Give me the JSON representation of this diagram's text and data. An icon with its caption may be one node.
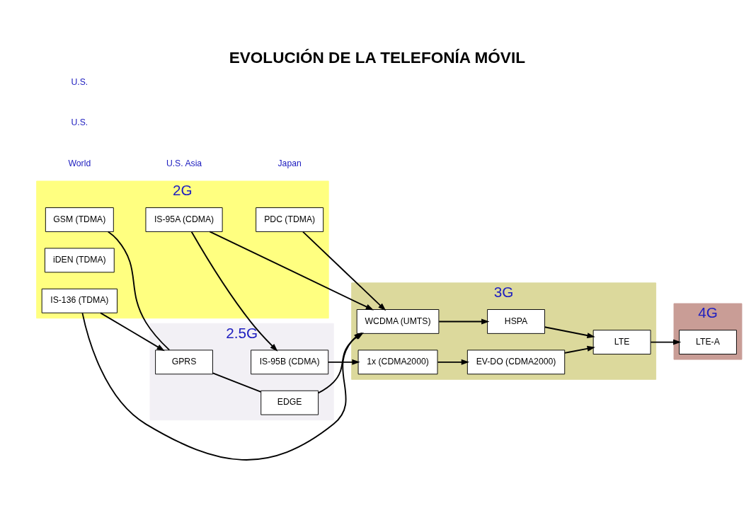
{
  "diagram": {
    "title": "EVOLUCIÓN DE LA TELEFONÍA MÓVIL",
    "nodes": [
      {
        "text": [
          "2G"
        ]
      },
      {
        "text": [
          "GSM (TDMA)"
        ],
        "in": 0
      },
      {
        "text": [
          "PDC (TDMA)"
        ],
        "in": 0
      },
      {
        "text": [
          "iDEN (TDMA)"
        ],
        "in": 0
      },
      {
        "text": [
          "IS-136 (TDMA)"
        ],
        "in": 0
      },
      {
        "text": [
          "IS-95A (CDMA)"
        ],
        "in": 0
      },
      {
        "text": [
          "2.5G"
        ]
      },
      {
        "text": [
          "GPRS"
        ],
        "in": 6
      },
      {
        "text": [
          "EDGE"
        ],
        "in": 6
      },
      {
        "text": [
          "IS-95B (CDMA)"
        ],
        "in": 6
      },
      {
        "text": [
          "3G"
        ]
      },
      {
        "text": [
          "WCDMA (UMTS)"
        ],
        "in": 10
      },
      {
        "text": [
          "HSPA"
        ],
        "in": 10
      },
      {
        "text": [
          "LTE"
        ],
        "in": 10
      },
      {
        "text": [
          "1x (CDMA2000)"
        ],
        "in": 10
      },
      {
        "text": [
          "EV-DO (CDMA2000)"
        ],
        "in": 10
      },
      {
        "text": [
          "4G"
        ]
      },
      {
        "text": [
          "LTE-A"
        ],
        "in": 16
      }
    ],
    "edges": [
      {
        "from": 1,
        "to": 7,
        "arrow": "none"
      },
      {
        "from": 7,
        "to": 8,
        "arrow": "none"
      },
      {
        "from": 8,
        "to": 11,
        "arrow": "to"
      },
      {
        "from": 2,
        "to": 11,
        "arrow": "to"
      },
      {
        "from": 4,
        "to": 7,
        "arrow": "to"
      },
      {
        "from": 4,
        "to": 11,
        "arrow": "to"
      },
      {
        "from": 5,
        "to": 11,
        "arrow": "to"
      },
      {
        "from": 5,
        "to": 9,
        "arrow": "to"
      },
      {
        "from": 9,
        "to": 14,
        "arrow": "to"
      },
      {
        "from": 14,
        "to": 15,
        "arrow": "to"
      },
      {
        "from": 15,
        "to": 13,
        "arrow": "to"
      },
      {
        "from": 11,
        "to": 12,
        "arrow": "to"
      },
      {
        "from": 12,
        "to": 13,
        "arrow": "to"
      },
      {
        "from": 13,
        "to": 17,
        "arrow": "to"
      }
    ],
    "labels": [
      "World",
      "Japan",
      "U.S.",
      "U.S.",
      "U.S. Asia"
    ]
  }
}
